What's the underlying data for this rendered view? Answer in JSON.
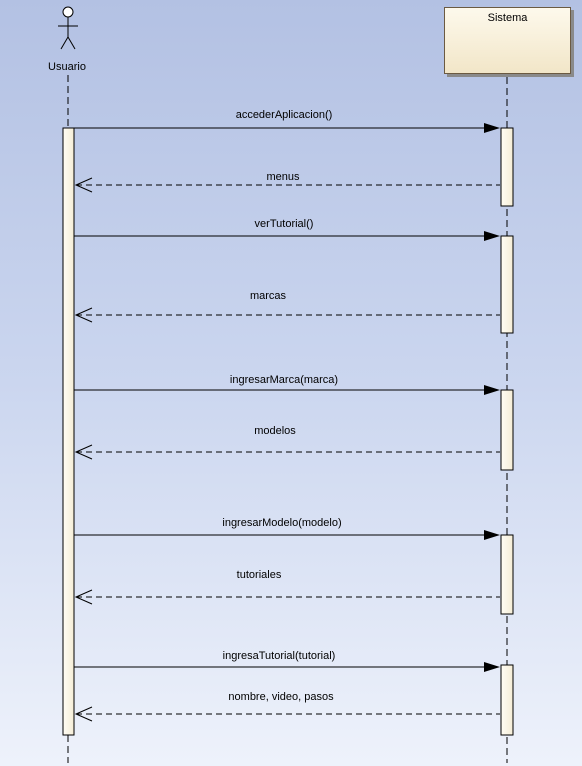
{
  "actor": {
    "label": "Usuario"
  },
  "system": {
    "label": "Sistema"
  },
  "messages": [
    {
      "id": "m1",
      "label": "accederAplicacion()",
      "kind": "call"
    },
    {
      "id": "m2",
      "label": "menus",
      "kind": "return"
    },
    {
      "id": "m3",
      "label": "verTutorial()",
      "kind": "call"
    },
    {
      "id": "m4",
      "label": "marcas",
      "kind": "return"
    },
    {
      "id": "m5",
      "label": "ingresarMarca(marca)",
      "kind": "call"
    },
    {
      "id": "m6",
      "label": "modelos",
      "kind": "return"
    },
    {
      "id": "m7",
      "label": "ingresarModelo(modelo)",
      "kind": "call"
    },
    {
      "id": "m8",
      "label": "tutoriales",
      "kind": "return"
    },
    {
      "id": "m9",
      "label": "ingresaTutorial(tutorial)",
      "kind": "call"
    },
    {
      "id": "m10",
      "label": "nombre, video, pasos",
      "kind": "return"
    }
  ],
  "colors": {
    "background_top": "#b3c1e3",
    "background_bottom": "#eef2fb",
    "activation_fill": "#fdf9ec",
    "system_box_fill": "#f2e6c8"
  }
}
